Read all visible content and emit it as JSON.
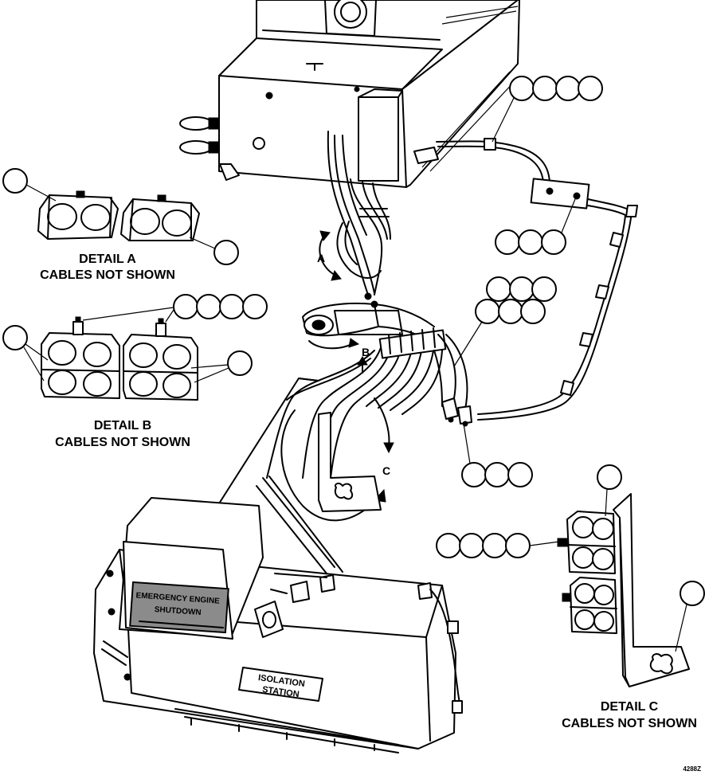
{
  "figure_id": "4288Z",
  "detail_a": {
    "line1": "DETAIL A",
    "line2": "CABLES NOT SHOWN",
    "view_letter": "A"
  },
  "detail_b": {
    "line1": "DETAIL B",
    "line2": "CABLES NOT SHOWN",
    "view_letter": "B"
  },
  "detail_c": {
    "line1": "DETAIL C",
    "line2": "CABLES NOT SHOWN",
    "view_letter": "C"
  },
  "panel_labels": {
    "emergency_line1": "EMERGENCY ENGINE",
    "emergency_line2": "SHUTDOWN",
    "isolation_line1": "ISOLATION",
    "isolation_line2": "STATION"
  }
}
